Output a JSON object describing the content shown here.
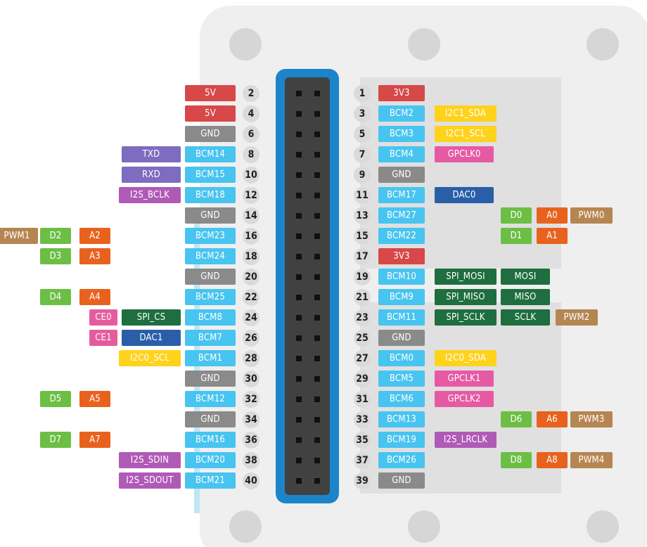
{
  "colors": {
    "power": "#d74849",
    "ground": "#8a8a8a",
    "bcm": "#48c4f0",
    "uart": "#7d6cc0",
    "i2s": "#b05ab7",
    "i2c": "#ffd21c",
    "gpclk": "#e65aa3",
    "dac": "#2a5fa8",
    "spi": "#1e6e40",
    "digital": "#6cbe45",
    "analog": "#e8621e",
    "pwm": "#b58652",
    "ce": "#e55c9e",
    "board": "#efefef",
    "header_frame": "#1c84c9",
    "header_body": "#414141"
  },
  "left_rows": [
    {
      "pin": "2",
      "main": {
        "text": "5V",
        "type": "power"
      },
      "extras": []
    },
    {
      "pin": "4",
      "main": {
        "text": "5V",
        "type": "power"
      },
      "extras": []
    },
    {
      "pin": "6",
      "main": {
        "text": "GND",
        "type": "ground"
      },
      "extras": []
    },
    {
      "pin": "8",
      "main": {
        "text": "BCM14",
        "type": "bcm"
      },
      "extras": [
        {
          "text": "TXD",
          "type": "uart"
        }
      ]
    },
    {
      "pin": "10",
      "main": {
        "text": "BCM15",
        "type": "bcm"
      },
      "extras": [
        {
          "text": "RXD",
          "type": "uart"
        }
      ]
    },
    {
      "pin": "12",
      "main": {
        "text": "BCM18",
        "type": "bcm"
      },
      "extras": [
        {
          "text": "I2S_BCLK",
          "type": "i2s"
        }
      ]
    },
    {
      "pin": "14",
      "main": {
        "text": "GND",
        "type": "ground"
      },
      "extras": []
    },
    {
      "pin": "16",
      "main": {
        "text": "BCM23",
        "type": "bcm"
      },
      "extras": [
        {
          "text": "A2",
          "type": "analog"
        },
        {
          "text": "D2",
          "type": "digital"
        },
        {
          "text": "PWM1",
          "type": "pwm"
        }
      ]
    },
    {
      "pin": "18",
      "main": {
        "text": "BCM24",
        "type": "bcm"
      },
      "extras": [
        {
          "text": "A3",
          "type": "analog"
        },
        {
          "text": "D3",
          "type": "digital"
        }
      ]
    },
    {
      "pin": "20",
      "main": {
        "text": "GND",
        "type": "ground"
      },
      "extras": []
    },
    {
      "pin": "22",
      "main": {
        "text": "BCM25",
        "type": "bcm"
      },
      "extras": [
        {
          "text": "A4",
          "type": "analog"
        },
        {
          "text": "D4",
          "type": "digital"
        }
      ]
    },
    {
      "pin": "24",
      "main": {
        "text": "BCM8",
        "type": "bcm"
      },
      "extras": [
        {
          "text": "SPI_CS",
          "type": "spi"
        },
        {
          "text": "CE0",
          "type": "ce"
        }
      ]
    },
    {
      "pin": "26",
      "main": {
        "text": "BCM7",
        "type": "bcm"
      },
      "extras": [
        {
          "text": "DAC1",
          "type": "dac"
        },
        {
          "text": "CE1",
          "type": "ce"
        }
      ]
    },
    {
      "pin": "28",
      "main": {
        "text": "BCM1",
        "type": "bcm"
      },
      "extras": [
        {
          "text": "I2C0_SCL",
          "type": "i2c"
        }
      ]
    },
    {
      "pin": "30",
      "main": {
        "text": "GND",
        "type": "ground"
      },
      "extras": []
    },
    {
      "pin": "32",
      "main": {
        "text": "BCM12",
        "type": "bcm"
      },
      "extras": [
        {
          "text": "A5",
          "type": "analog"
        },
        {
          "text": "D5",
          "type": "digital"
        }
      ]
    },
    {
      "pin": "34",
      "main": {
        "text": "GND",
        "type": "ground"
      },
      "extras": []
    },
    {
      "pin": "36",
      "main": {
        "text": "BCM16",
        "type": "bcm"
      },
      "extras": [
        {
          "text": "A7",
          "type": "analog"
        },
        {
          "text": "D7",
          "type": "digital"
        }
      ]
    },
    {
      "pin": "38",
      "main": {
        "text": "BCM20",
        "type": "bcm"
      },
      "extras": [
        {
          "text": "I2S_SDIN",
          "type": "i2s"
        }
      ]
    },
    {
      "pin": "40",
      "main": {
        "text": "BCM21",
        "type": "bcm"
      },
      "extras": [
        {
          "text": "I2S_SDOUT",
          "type": "i2s"
        }
      ]
    }
  ],
  "right_rows": [
    {
      "pin": "1",
      "main": {
        "text": "3V3",
        "type": "power"
      },
      "extras": []
    },
    {
      "pin": "3",
      "main": {
        "text": "BCM2",
        "type": "bcm"
      },
      "extras": [
        {
          "text": "I2C1_SDA",
          "type": "i2c"
        }
      ]
    },
    {
      "pin": "5",
      "main": {
        "text": "BCM3",
        "type": "bcm"
      },
      "extras": [
        {
          "text": "I2C1_SCL",
          "type": "i2c"
        }
      ]
    },
    {
      "pin": "7",
      "main": {
        "text": "BCM4",
        "type": "bcm"
      },
      "extras": [
        {
          "text": "GPCLK0",
          "type": "gpclk"
        }
      ]
    },
    {
      "pin": "9",
      "main": {
        "text": "GND",
        "type": "ground"
      },
      "extras": []
    },
    {
      "pin": "11",
      "main": {
        "text": "BCM17",
        "type": "bcm"
      },
      "extras": [
        {
          "text": "DAC0",
          "type": "dac"
        }
      ]
    },
    {
      "pin": "13",
      "main": {
        "text": "BCM27",
        "type": "bcm"
      },
      "extras": [
        {
          "text": "D0",
          "type": "digital"
        },
        {
          "text": "A0",
          "type": "analog"
        },
        {
          "text": "PWM0",
          "type": "pwm"
        }
      ]
    },
    {
      "pin": "15",
      "main": {
        "text": "BCM22",
        "type": "bcm"
      },
      "extras": [
        {
          "text": "D1",
          "type": "digital"
        },
        {
          "text": "A1",
          "type": "analog"
        }
      ]
    },
    {
      "pin": "17",
      "main": {
        "text": "3V3",
        "type": "power"
      },
      "extras": []
    },
    {
      "pin": "19",
      "main": {
        "text": "BCM10",
        "type": "bcm"
      },
      "extras": [
        {
          "text": "SPI_MOSI",
          "type": "spi"
        },
        {
          "text": "MOSI",
          "type": "spi"
        }
      ]
    },
    {
      "pin": "21",
      "main": {
        "text": "BCM9",
        "type": "bcm"
      },
      "extras": [
        {
          "text": "SPI_MISO",
          "type": "spi"
        },
        {
          "text": "MISO",
          "type": "spi"
        }
      ]
    },
    {
      "pin": "23",
      "main": {
        "text": "BCM11",
        "type": "bcm"
      },
      "extras": [
        {
          "text": "SPI_SCLK",
          "type": "spi"
        },
        {
          "text": "SCLK",
          "type": "spi"
        },
        {
          "text": "PWM2",
          "type": "pwm"
        }
      ]
    },
    {
      "pin": "25",
      "main": {
        "text": "GND",
        "type": "ground"
      },
      "extras": []
    },
    {
      "pin": "27",
      "main": {
        "text": "BCM0",
        "type": "bcm"
      },
      "extras": [
        {
          "text": "I2C0_SDA",
          "type": "i2c"
        }
      ]
    },
    {
      "pin": "29",
      "main": {
        "text": "BCM5",
        "type": "bcm"
      },
      "extras": [
        {
          "text": "GPCLK1",
          "type": "gpclk"
        }
      ]
    },
    {
      "pin": "31",
      "main": {
        "text": "BCM6",
        "type": "bcm"
      },
      "extras": [
        {
          "text": "GPCLK2",
          "type": "gpclk"
        }
      ]
    },
    {
      "pin": "33",
      "main": {
        "text": "BCM13",
        "type": "bcm"
      },
      "extras": [
        {
          "text": "D6",
          "type": "digital"
        },
        {
          "text": "A6",
          "type": "analog"
        },
        {
          "text": "PWM3",
          "type": "pwm"
        }
      ]
    },
    {
      "pin": "35",
      "main": {
        "text": "BCM19",
        "type": "bcm"
      },
      "extras": [
        {
          "text": "I2S_LRCLK",
          "type": "i2s"
        }
      ]
    },
    {
      "pin": "37",
      "main": {
        "text": "BCM26",
        "type": "bcm"
      },
      "extras": [
        {
          "text": "D8",
          "type": "digital"
        },
        {
          "text": "A8",
          "type": "analog"
        },
        {
          "text": "PWM4",
          "type": "pwm"
        }
      ]
    },
    {
      "pin": "39",
      "main": {
        "text": "GND",
        "type": "ground"
      },
      "extras": []
    }
  ]
}
